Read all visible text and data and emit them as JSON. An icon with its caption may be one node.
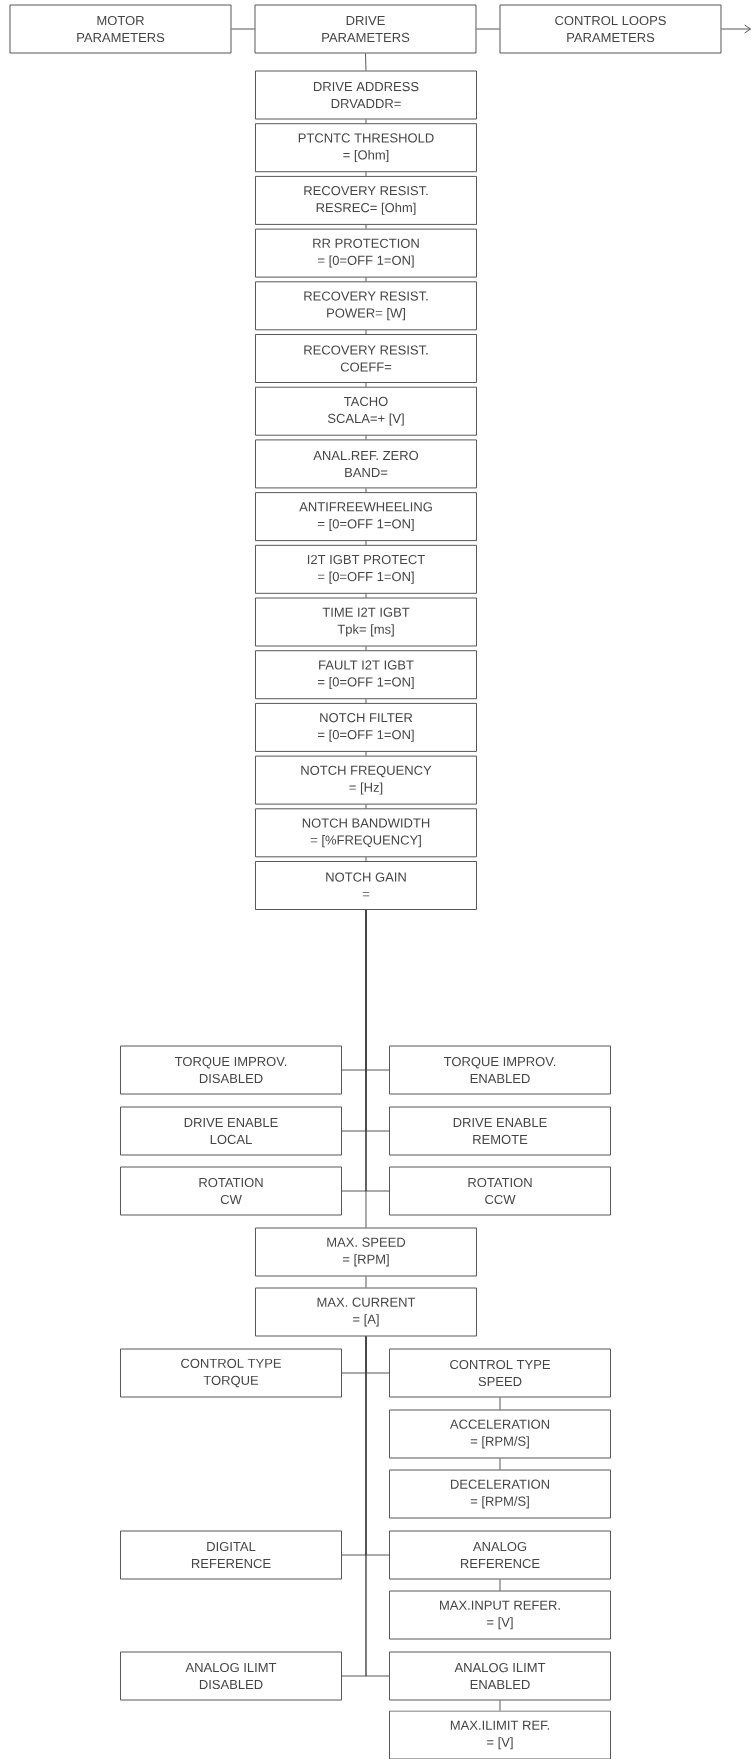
{
  "diagram": {
    "nodes": [
      {
        "text": [
          "MOTOR PARAMETERS"
        ]
      },
      {
        "text": [
          "DRIVE PARAMETERS"
        ]
      },
      {
        "text": [
          "CONTROL LOOPS PARAMETERS"
        ]
      },
      {
        "text": [
          "DRIVE ADDRESS",
          "DRVADDR="
        ]
      },
      {
        "text": [
          "PTCNTC THRESHOLD",
          "= [Ohm]"
        ]
      },
      {
        "text": [
          "RECOVERY RESIST.",
          "RESREC= [Ohm]"
        ]
      },
      {
        "text": [
          "RR PROTECTION",
          "= [0=OFF 1=ON]"
        ]
      },
      {
        "text": [
          "RECOVERY RESIST.",
          "POWER= [W]"
        ]
      },
      {
        "text": [
          "RECOVERY RESIST.",
          "COEFF="
        ]
      },
      {
        "text": [
          "TACHO",
          "SCALA=+ [V]"
        ]
      },
      {
        "text": [
          "ANAL.REF. ZERO",
          "BAND="
        ]
      },
      {
        "text": [
          "ANTIFREEWHEELING",
          "= [0=OFF 1=ON]"
        ]
      },
      {
        "text": [
          "I2T IGBT PROTECT",
          "= [0=OFF 1=ON]"
        ]
      },
      {
        "text": [
          "TIME I2T IGBT",
          "Tpk= [ms]"
        ]
      },
      {
        "text": [
          "FAULT I2T IGBT",
          "= [0=OFF 1=ON]"
        ]
      },
      {
        "text": [
          "NOTCH FILTER",
          "= [0=OFF 1=ON]"
        ]
      },
      {
        "text": [
          "NOTCH FREQUENCY",
          "= [Hz]"
        ]
      },
      {
        "text": [
          "NOTCH BANDWIDTH",
          "= [%FREQUENCY]"
        ]
      },
      {
        "text": [
          "NOTCH GAIN",
          "="
        ]
      },
      {
        "text": [
          "TORQUE IMPROV.",
          "DISABLED"
        ]
      },
      {
        "text": [
          "TORQUE IMPROV.",
          "ENABLED"
        ]
      },
      {
        "text": [
          "DRIVE ENABLE",
          "LOCAL"
        ]
      },
      {
        "text": [
          "DRIVE ENABLE",
          "REMOTE"
        ]
      },
      {
        "text": [
          "ROTATION",
          "CW"
        ]
      },
      {
        "text": [
          "ROTATION",
          "CCW"
        ]
      },
      {
        "text": [
          "MAX. SPEED",
          "= [RPM]"
        ]
      },
      {
        "text": [
          "MAX. CURRENT",
          "= [A]"
        ]
      },
      {
        "text": [
          "CONTROL TYPE",
          "TORQUE"
        ]
      },
      {
        "text": [
          "CONTROL TYPE",
          "SPEED"
        ]
      },
      {
        "text": [
          "ACCELERATION",
          "= [RPM/S]"
        ]
      },
      {
        "text": [
          "DECELERATION",
          "= [RPM/S]"
        ]
      },
      {
        "text": [
          "DIGITAL",
          "REFERENCE"
        ]
      },
      {
        "text": [
          "ANALOG",
          "REFERENCE"
        ]
      },
      {
        "text": [
          "MAX.INPUT REFER.",
          "= [V]"
        ]
      },
      {
        "text": [
          "ANALOG ILIMT",
          "DISABLED"
        ]
      },
      {
        "text": [
          "ANALOG ILIMT",
          "ENABLED"
        ]
      },
      {
        "text": [
          "MAX.ILIMIT REF.",
          "= [V]"
        ]
      }
    ],
    "edges": [
      {
        "from": 0,
        "to": 1,
        "arrow": "none"
      },
      {
        "from": 1,
        "to": 2,
        "arrow": "none"
      },
      {
        "from": 2,
        "to": null,
        "arrow": "to"
      },
      {
        "from": 1,
        "to": 3,
        "arrow": "none"
      },
      {
        "from": 3,
        "to": 4,
        "arrow": "none"
      },
      {
        "from": 4,
        "to": 5,
        "arrow": "none"
      },
      {
        "from": 5,
        "to": 6,
        "arrow": "none"
      },
      {
        "from": 6,
        "to": 7,
        "arrow": "none"
      },
      {
        "from": 7,
        "to": 8,
        "arrow": "none"
      },
      {
        "from": 8,
        "to": 9,
        "arrow": "none"
      },
      {
        "from": 9,
        "to": 10,
        "arrow": "none"
      },
      {
        "from": 10,
        "to": 11,
        "arrow": "none"
      },
      {
        "from": 11,
        "to": 12,
        "arrow": "none"
      },
      {
        "from": 12,
        "to": 13,
        "arrow": "none"
      },
      {
        "from": 13,
        "to": 14,
        "arrow": "none"
      },
      {
        "from": 14,
        "to": 15,
        "arrow": "none"
      },
      {
        "from": 15,
        "to": 16,
        "arrow": "none"
      },
      {
        "from": 16,
        "to": 17,
        "arrow": "none"
      },
      {
        "from": 17,
        "to": 18,
        "arrow": "none"
      },
      {
        "from": 18,
        "to": 19,
        "arrow": "none"
      },
      {
        "from": 18,
        "to": 20,
        "arrow": "none"
      },
      {
        "from": 18,
        "to": 21,
        "arrow": "none"
      },
      {
        "from": 18,
        "to": 22,
        "arrow": "none"
      },
      {
        "from": 18,
        "to": 23,
        "arrow": "none"
      },
      {
        "from": 18,
        "to": 24,
        "arrow": "none"
      },
      {
        "from": 18,
        "to": 25,
        "arrow": "none"
      },
      {
        "from": 25,
        "to": 26,
        "arrow": "none"
      },
      {
        "from": 26,
        "to": 27,
        "arrow": "none"
      },
      {
        "from": 26,
        "to": 28,
        "arrow": "none"
      },
      {
        "from": 28,
        "to": 29,
        "arrow": "none"
      },
      {
        "from": 29,
        "to": 30,
        "arrow": "none"
      },
      {
        "from": 26,
        "to": 31,
        "arrow": "none"
      },
      {
        "from": 26,
        "to": 32,
        "arrow": "none"
      },
      {
        "from": 32,
        "to": 33,
        "arrow": "none"
      },
      {
        "from": 26,
        "to": 34,
        "arrow": "none"
      },
      {
        "from": 26,
        "to": 35,
        "arrow": "none"
      },
      {
        "from": 35,
        "to": 36,
        "arrow": "none"
      }
    ]
  }
}
